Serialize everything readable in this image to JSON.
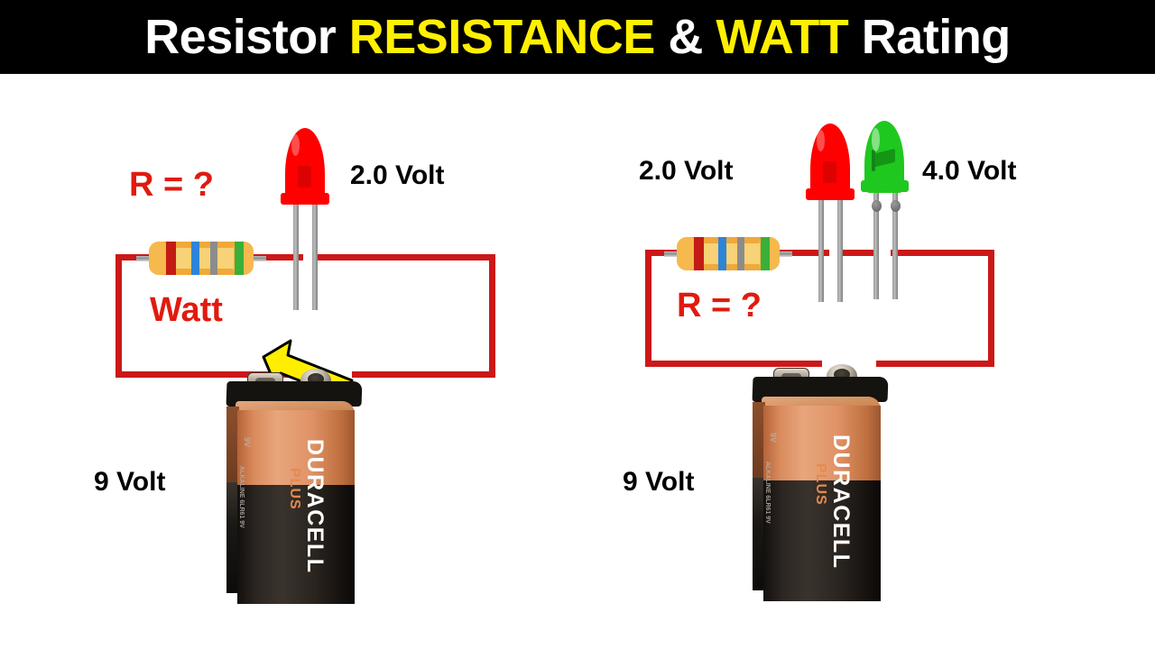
{
  "banner": {
    "part1": "Resistor ",
    "part2": "RESISTANCE",
    "part3": " & ",
    "part4": "WATT",
    "part5": " Rating",
    "bg": "#000000",
    "white": "#ffffff",
    "yellow": "#ffef00"
  },
  "colors": {
    "wire": "#cc1818",
    "label_red": "#e01b0f",
    "label_black": "#000000",
    "arrow_fill": "#ffee00",
    "arrow_stroke": "#000000",
    "resistor_body": "#f0a93a",
    "led_red": "#fe0000",
    "led_green": "#1fc81f",
    "battery_copper": "#d98b5c",
    "battery_black": "#1a1714"
  },
  "left_circuit": {
    "name": "left-circuit",
    "resistor": {
      "name": "resistor",
      "bands": [
        "#c21c14",
        "#2d84d8",
        "#8c8c8c",
        "#3ab03a"
      ]
    },
    "led_red": {
      "name": "red-led",
      "color": "#fe0000"
    },
    "labels": {
      "resistance_question": "R = ?",
      "watt": "Watt",
      "led_voltage": "2.0 Volt",
      "battery_voltage": "9 Volt"
    },
    "arrow": {
      "name": "yellow-arrow",
      "points_to": "resistor"
    },
    "battery": {
      "brand": "DURACELL",
      "sub_brand": "PLUS",
      "voltage_mark": "9V",
      "spec_text": "ALKALINE 6LR61 9V"
    }
  },
  "right_circuit": {
    "name": "right-circuit",
    "resistor": {
      "name": "resistor",
      "bands": [
        "#c21c14",
        "#2d84d8",
        "#8c8c8c",
        "#3ab03a"
      ]
    },
    "led_red": {
      "name": "red-led",
      "color": "#fe0000"
    },
    "led_green": {
      "name": "green-led",
      "color": "#1fc81f"
    },
    "labels": {
      "resistance_question": "R = ?",
      "red_led_voltage": "2.0 Volt",
      "green_led_voltage": "4.0 Volt",
      "battery_voltage": "9 Volt"
    },
    "battery": {
      "brand": "DURACELL",
      "sub_brand": "PLUS",
      "voltage_mark": "9V",
      "spec_text": "ALKALINE 6LR61 9V"
    }
  }
}
